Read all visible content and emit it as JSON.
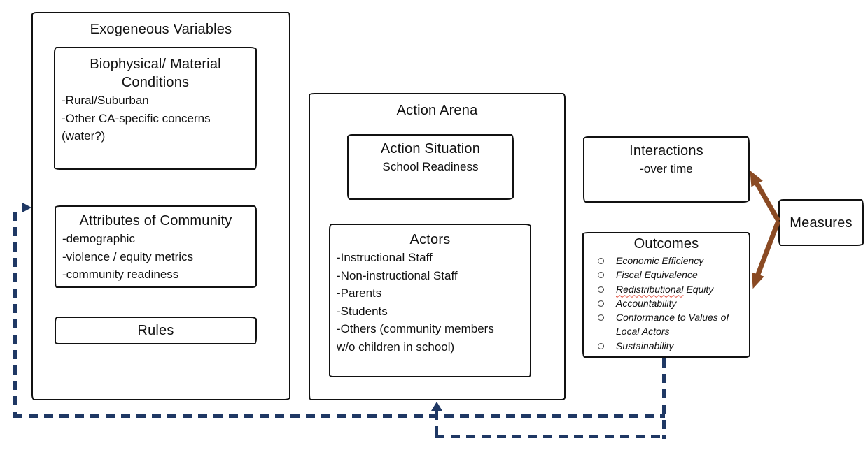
{
  "colors": {
    "box_border": "#111111",
    "text": "#111111",
    "feedback_dash": "#1f3864",
    "measures_arrow": "#8a4a23",
    "spellcheck_underline": "#e04b3a"
  },
  "exogeneous": {
    "title": "Exogeneous Variables",
    "biophysical": {
      "title": "Biophysical/ Material Conditions",
      "items": [
        "-Rural/Suburban",
        "-Other CA-specific concerns (water?)"
      ]
    },
    "attributes": {
      "title": "Attributes of Community",
      "items": [
        "-demographic",
        "-violence / equity metrics",
        "-community readiness"
      ]
    },
    "rules": {
      "title": "Rules"
    }
  },
  "action_arena": {
    "title": "Action Arena",
    "action_situation": {
      "title": "Action Situation",
      "subtitle": "School Readiness"
    },
    "actors": {
      "title": "Actors",
      "items": [
        "-Instructional Staff",
        "-Non-instructional Staff",
        "-Parents",
        "-Students",
        "-Others (community members w/o children in school)"
      ]
    }
  },
  "interactions": {
    "title": "Interactions",
    "subtitle": "-over time"
  },
  "outcomes": {
    "title": "Outcomes",
    "items": [
      "Economic Efficiency",
      "Fiscal Equivalence",
      "Redistributional Equity",
      "Accountability",
      "Conformance to Values of Local Actors",
      "Sustainability"
    ],
    "misspelled": {
      "word": "Redistributional",
      "rest": " Equity"
    }
  },
  "measures": {
    "title": "Measures"
  }
}
